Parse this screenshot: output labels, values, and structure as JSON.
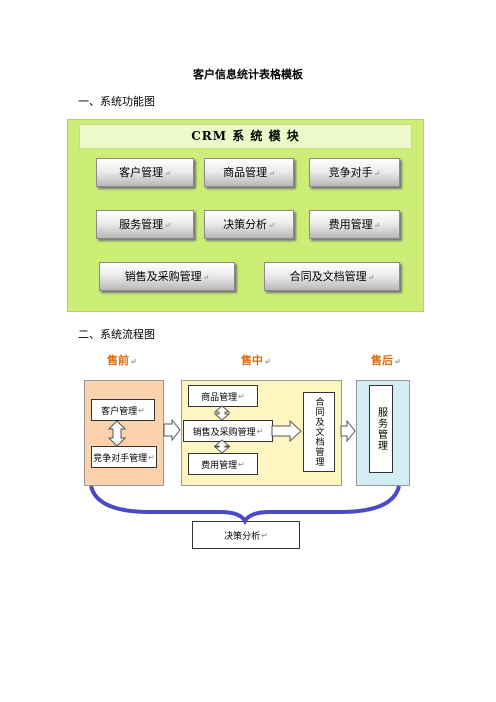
{
  "document": {
    "title": "客户信息统计表格模板",
    "section1": "一、系统功能图",
    "section2": "二、系统流程图"
  },
  "crm_diagram": {
    "header": "CRM 系 统 模 块",
    "modules": {
      "customer": "客户管理",
      "product": "商品管理",
      "competitor": "竞争对手",
      "service": "服务管理",
      "decision": "决策分析",
      "cost": "费用管理",
      "sales_purchase": "销售及采购管理",
      "contract_doc": "合同及文档管理"
    },
    "mark": "↵"
  },
  "flow_diagram": {
    "stages": {
      "pre": "售前",
      "mid": "售中",
      "post": "售后"
    },
    "pre_items": {
      "customer": "客户管理",
      "competitor": "竞争对手管理"
    },
    "mid_items": {
      "product": "商品管理",
      "sales": "销售及采购管理",
      "cost": "费用管理",
      "contract": "合同及文档管理"
    },
    "post_item": "服务管理",
    "bottom": "决策分析",
    "mark": "↵"
  },
  "colors": {
    "panel": "#ccee77",
    "stage_label": "#e06b0a",
    "pre_fill": "#fbd2ad",
    "mid_fill": "#fff5c0",
    "post_fill": "#d3edf7",
    "bracket": "#4a4ac8"
  }
}
